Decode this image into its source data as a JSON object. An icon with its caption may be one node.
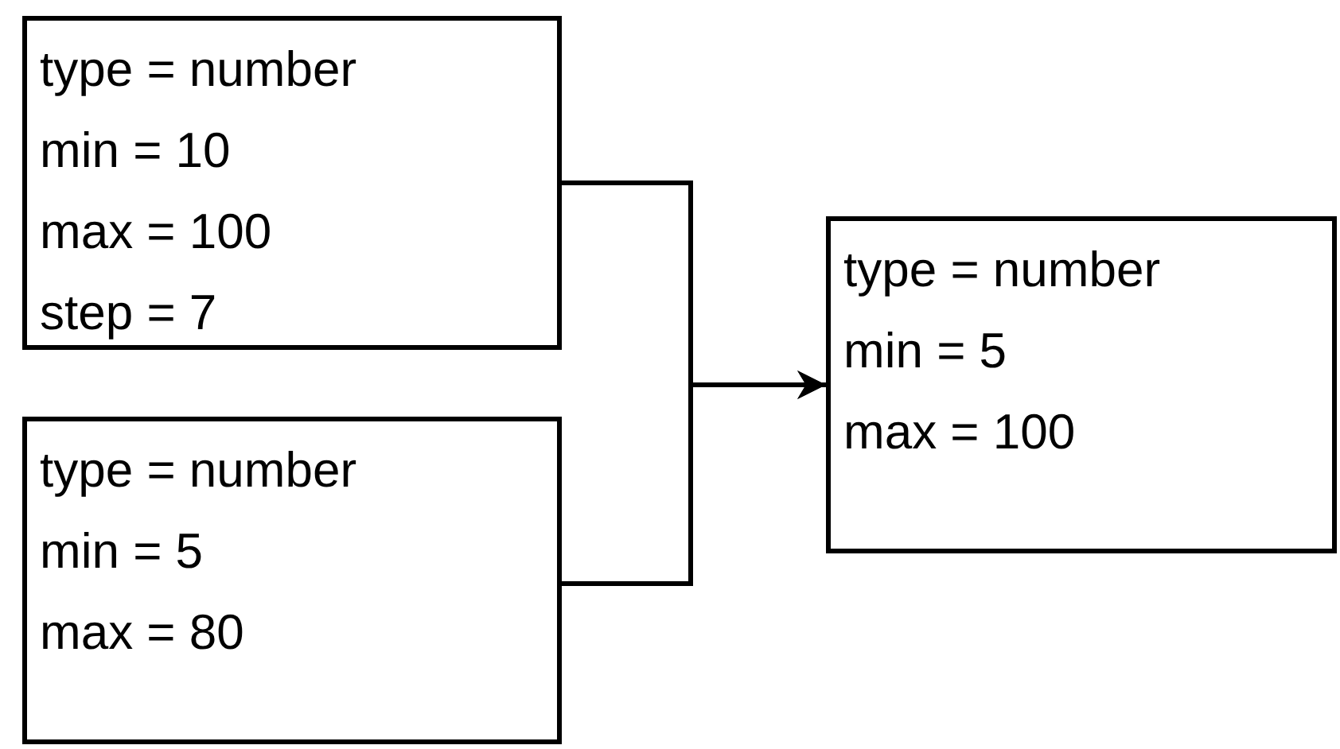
{
  "diagram": {
    "nodes": [
      {
        "text": [
          "type = number",
          "min = 10",
          "max = 100",
          "step = 7"
        ]
      },
      {
        "text": [
          "type = number",
          "min = 5",
          "max = 80"
        ]
      },
      {
        "text": [
          "type = number",
          "min = 5",
          "max = 100"
        ]
      }
    ],
    "edges": [
      {
        "from": 0,
        "to": 2,
        "arrow": "to"
      },
      {
        "from": 1,
        "to": 2,
        "arrow": "to"
      }
    ]
  }
}
